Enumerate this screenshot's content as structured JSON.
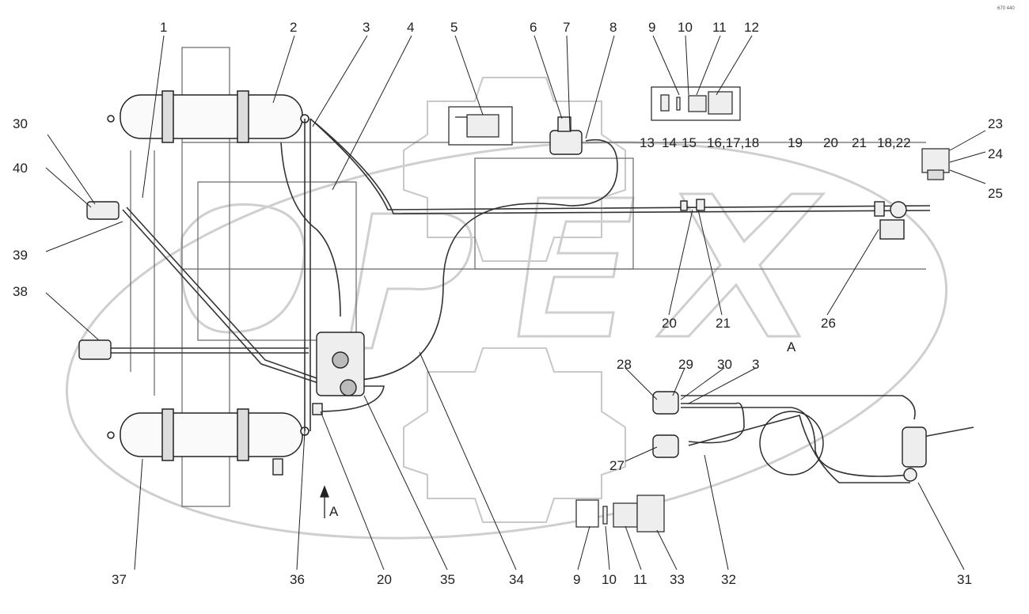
{
  "diagram": {
    "corner_code": "670 440",
    "view_label": "A",
    "arrow_label": "A",
    "callouts": {
      "top": [
        "1",
        "2",
        "3",
        "4",
        "5",
        "6",
        "7",
        "8",
        "9",
        "10",
        "11",
        "12"
      ],
      "top_right": [
        "13",
        "14",
        "15",
        "16,17,18",
        "19",
        "20",
        "21",
        "18,22"
      ],
      "right": [
        "23",
        "24",
        "25"
      ],
      "left": [
        "30",
        "40",
        "39",
        "38"
      ],
      "mid": [
        "20",
        "21",
        "26"
      ],
      "lower_mid": [
        "28",
        "29",
        "30",
        "3",
        "27"
      ],
      "bottom": [
        "37",
        "36",
        "20",
        "35",
        "34",
        "9",
        "10",
        "11",
        "33",
        "32",
        "31"
      ]
    },
    "watermark": "OPEX"
  }
}
